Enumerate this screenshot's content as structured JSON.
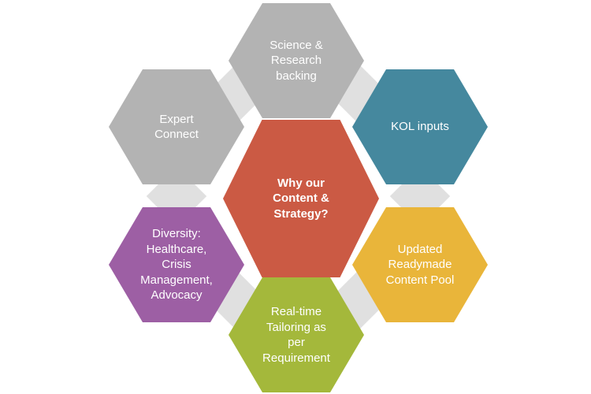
{
  "diagram": {
    "center": {
      "label": "Why our\nContent &\nStrategy?",
      "color": "#cb5a44",
      "text_color": "#ffffff"
    },
    "nodes": [
      {
        "id": "science-research-backing",
        "label": "Science &\nResearch\nbacking",
        "color": "#b3b3b3"
      },
      {
        "id": "kol-inputs",
        "label": "KOL inputs",
        "color": "#45889e"
      },
      {
        "id": "updated-readymade-content-pool",
        "label": "Updated\nReadymade\nContent Pool",
        "color": "#e9b53a"
      },
      {
        "id": "real-time-tailoring",
        "label": "Real-time\nTailoring as\nper\nRequirement",
        "color": "#a4b83b"
      },
      {
        "id": "diversity-healthcare-crisis-management-advocacy",
        "label": "Diversity:\nHealthcare,\nCrisis\nManagement,\nAdvocacy",
        "color": "#9d5fa4"
      },
      {
        "id": "expert-connect",
        "label": "Expert\nConnect",
        "color": "#b3b3b3"
      }
    ],
    "connector_color": "#e0e0e0",
    "background_color": "#ffffff"
  }
}
